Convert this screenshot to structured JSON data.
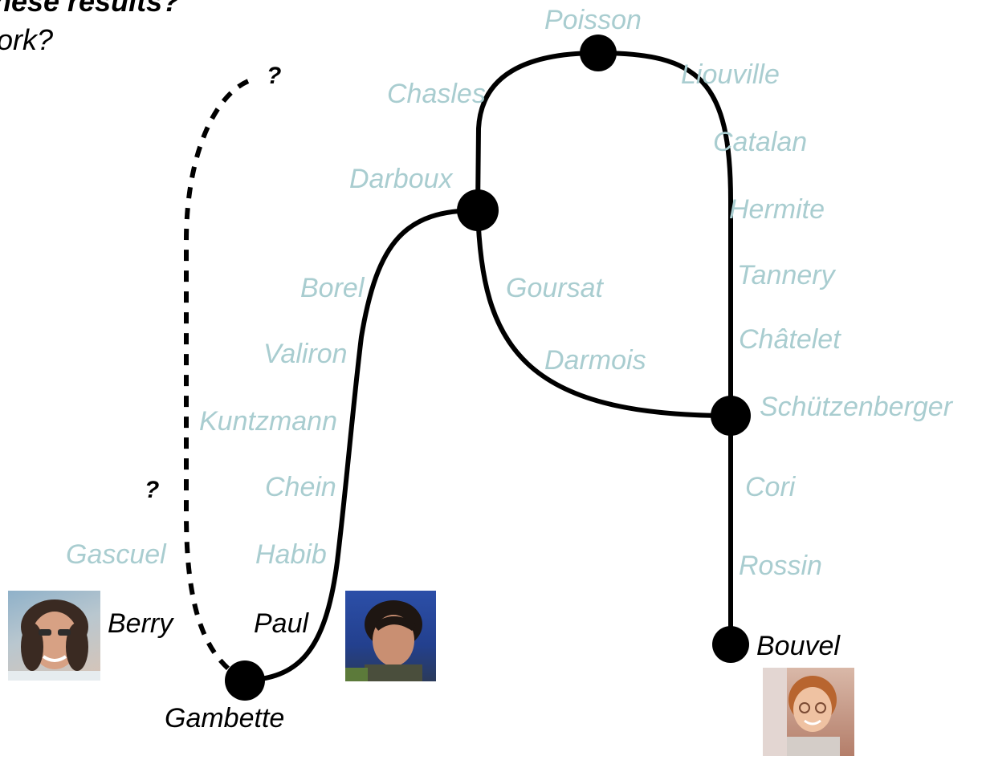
{
  "header": {
    "line1": "these results?",
    "line2": "ork?"
  },
  "question_marks": [
    "?",
    "?"
  ],
  "names_faded": {
    "poisson": "Poisson",
    "liouville": "Liouville",
    "chasles": "Chasles",
    "catalan": "Catalan",
    "darboux": "Darboux",
    "hermite": "Hermite",
    "borel": "Borel",
    "goursat": "Goursat",
    "tannery": "Tannery",
    "valiron": "Valiron",
    "darmois": "Darmois",
    "chatelet": "Châtelet",
    "kuntzmann": "Kuntzmann",
    "schutzenberger": "Schützenberger",
    "chein": "Chein",
    "cori": "Cori",
    "gascuel": "Gascuel",
    "habib": "Habib",
    "rossin": "Rossin"
  },
  "names_dark": {
    "berry": "Berry",
    "paul": "Paul",
    "bouvel": "Bouvel",
    "gambette": "Gambette"
  },
  "colors": {
    "faded_label": "#a9cdd0",
    "line": "#000000"
  }
}
